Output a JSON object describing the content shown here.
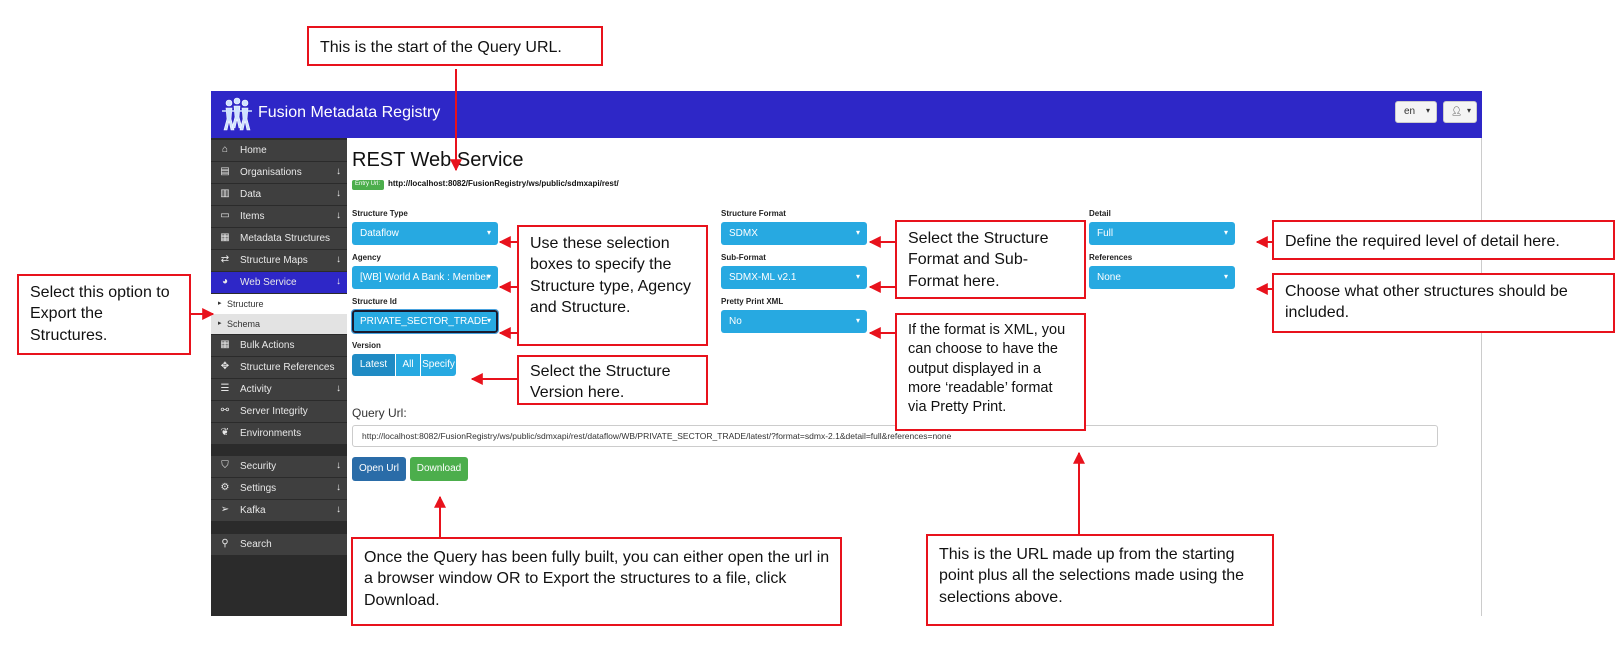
{
  "app": {
    "title": "Fusion Metadata Registry",
    "language": "en",
    "accent_color": "#2e27c7",
    "sidebar_active_color": "#2e27c7"
  },
  "sidebar": {
    "items": [
      {
        "label": "Home",
        "icon": "home-icon",
        "expandable": false
      },
      {
        "label": "Organisations",
        "icon": "building-icon",
        "expandable": true
      },
      {
        "label": "Data",
        "icon": "bar-chart-icon",
        "expandable": true
      },
      {
        "label": "Items",
        "icon": "list-box-icon",
        "expandable": true
      },
      {
        "label": "Metadata Structures",
        "icon": "grid-icon",
        "expandable": false
      },
      {
        "label": "Structure Maps",
        "icon": "exchange-icon",
        "expandable": true
      },
      {
        "label": "Web Service",
        "icon": "globe-icon",
        "expandable": true,
        "active": true
      },
      {
        "label": "Bulk Actions",
        "icon": "grid-icon",
        "expandable": false
      },
      {
        "label": "Structure References",
        "icon": "crosshair-icon",
        "expandable": false
      },
      {
        "label": "Activity",
        "icon": "list-icon",
        "expandable": true
      },
      {
        "label": "Server Integrity",
        "icon": "link-icon",
        "expandable": false
      },
      {
        "label": "Environments",
        "icon": "leaf-icon",
        "expandable": false
      },
      {
        "label": "Security",
        "icon": "shield-icon",
        "expandable": true
      },
      {
        "label": "Settings",
        "icon": "gears-icon",
        "expandable": true
      },
      {
        "label": "Kafka",
        "icon": "paper-plane-icon",
        "expandable": true
      },
      {
        "label": "Search",
        "icon": "search-icon",
        "expandable": false
      }
    ],
    "subitems": [
      {
        "label": "Structure",
        "selected": true
      },
      {
        "label": "Schema",
        "selected": false
      }
    ]
  },
  "main": {
    "title": "REST Web Service",
    "entry_badge": "Entry Url:",
    "entry_url": "http://localhost:8082/FusionRegistry/ws/public/sdmxapi/rest/",
    "fields": {
      "structure_type": {
        "label": "Structure Type",
        "value": "Dataflow"
      },
      "agency": {
        "label": "Agency",
        "value": "[WB] World A Bank : Member"
      },
      "structure_id": {
        "label": "Structure Id",
        "value": "PRIVATE_SECTOR_TRADE"
      },
      "version": {
        "label": "Version",
        "options": [
          "Latest",
          "All",
          "Specify"
        ],
        "selected": "Latest"
      },
      "structure_format": {
        "label": "Structure Format",
        "value": "SDMX"
      },
      "sub_format": {
        "label": "Sub-Format",
        "value": "SDMX-ML v2.1"
      },
      "pretty_print": {
        "label": "Pretty Print XML",
        "value": "No"
      },
      "detail": {
        "label": "Detail",
        "value": "Full"
      },
      "references": {
        "label": "References",
        "value": "None"
      }
    },
    "query_label": "Query Url:",
    "query_url": "http://localhost:8082/FusionRegistry/ws/public/sdmxapi/rest/dataflow/WB/PRIVATE_SECTOR_TRADE/latest/?format=sdmx-2.1&detail=full&references=none",
    "open_url_label": "Open Url",
    "download_label": "Download"
  },
  "callouts": {
    "query_start": "This is the start of the Query URL.",
    "selection_boxes": "Use these selection boxes to specify the Structure type, Agency and Structure.",
    "format": "Select the Structure Format and Sub-Format here.",
    "detail": "Define the required level of detail here.",
    "references": "Choose what other structures should be included.",
    "export_option": "Select this option to Export the Structures.",
    "pretty_print": "If the format is XML, you can choose to have the output displayed in a more ‘readable’ format via Pretty Print.",
    "version": "Select the Structure Version here.",
    "download": "Once the Query has been fully built, you can either open the url in a browser window OR to Export the structures to a file, click Download.",
    "url_result": "This is the URL made up from the starting point plus all the selections made using the selections above.",
    "border_color": "#e8121c"
  }
}
